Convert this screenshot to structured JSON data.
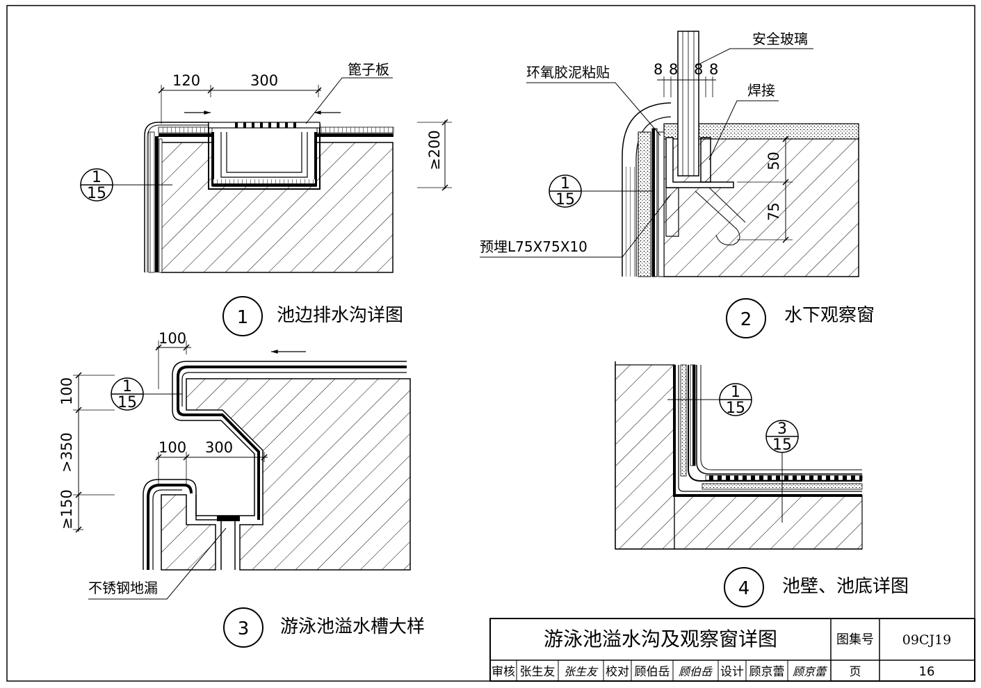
{
  "details": {
    "d1": {
      "number": "1",
      "title": "池边排水沟详图",
      "labels": {
        "grate": "篦子板"
      },
      "dims": {
        "d120": "120",
        "d300": "300",
        "h200": "≥200"
      },
      "ref": {
        "top": "1",
        "bottom": "15"
      }
    },
    "d2": {
      "number": "2",
      "title": "水下观察窗",
      "labels": {
        "glass": "安全玻璃",
        "epoxy": "环氧胶泥粘贴",
        "weld": "焊接",
        "angle": "预埋L75X75X10"
      },
      "dims": {
        "g1": "8",
        "g2": "8",
        "g3": "8",
        "g4": "8",
        "h50": "50",
        "h75": "75"
      },
      "ref": {
        "top": "1",
        "bottom": "15"
      }
    },
    "d3": {
      "number": "3",
      "title": "游泳池溢水槽大样",
      "labels": {
        "drain": "不锈钢地漏"
      },
      "dims": {
        "t100a": "100",
        "t100b": "100",
        "t300": "300",
        "v100": "100",
        "v350": ">350",
        "v150": "≥150"
      },
      "ref": {
        "top": "1",
        "bottom": "15"
      }
    },
    "d4": {
      "number": "4",
      "title": "池壁、池底详图",
      "ref1": {
        "top": "1",
        "bottom": "15"
      },
      "ref2": {
        "top": "3",
        "bottom": "15"
      }
    }
  },
  "titleblock": {
    "title": "游泳池溢水沟及观察窗详图",
    "atlas_label": "图集号",
    "atlas_no": "09CJ19",
    "page_label": "页",
    "page_no": "16",
    "review_label": "审核",
    "review_name": "张生友",
    "review_sign": "张生友",
    "check_label": "校对",
    "check_name": "顾伯岳",
    "check_sign": "顾伯岳",
    "design_label": "设计",
    "design_name": "顾京蕾",
    "design_sign": "顾京蕾"
  }
}
